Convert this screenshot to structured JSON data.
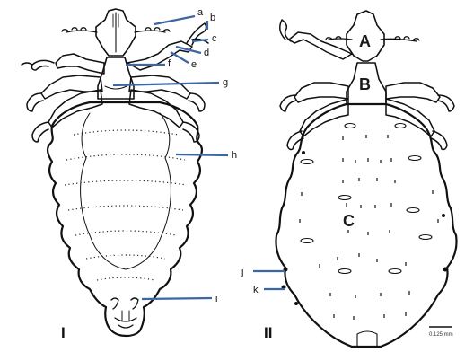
{
  "panels": [
    {
      "panel_label": "I",
      "labels": [
        "a",
        "b",
        "c",
        "d",
        "e",
        "f",
        "g",
        "h",
        "i"
      ]
    },
    {
      "panel_label": "II",
      "region_labels": [
        "A",
        "B",
        "C"
      ],
      "labels": [
        "j",
        "k"
      ],
      "scale_text": "0.125 mm"
    }
  ],
  "colors": {
    "pointer": "#3e66a4",
    "ink": "#111111",
    "background": "#ffffff"
  }
}
